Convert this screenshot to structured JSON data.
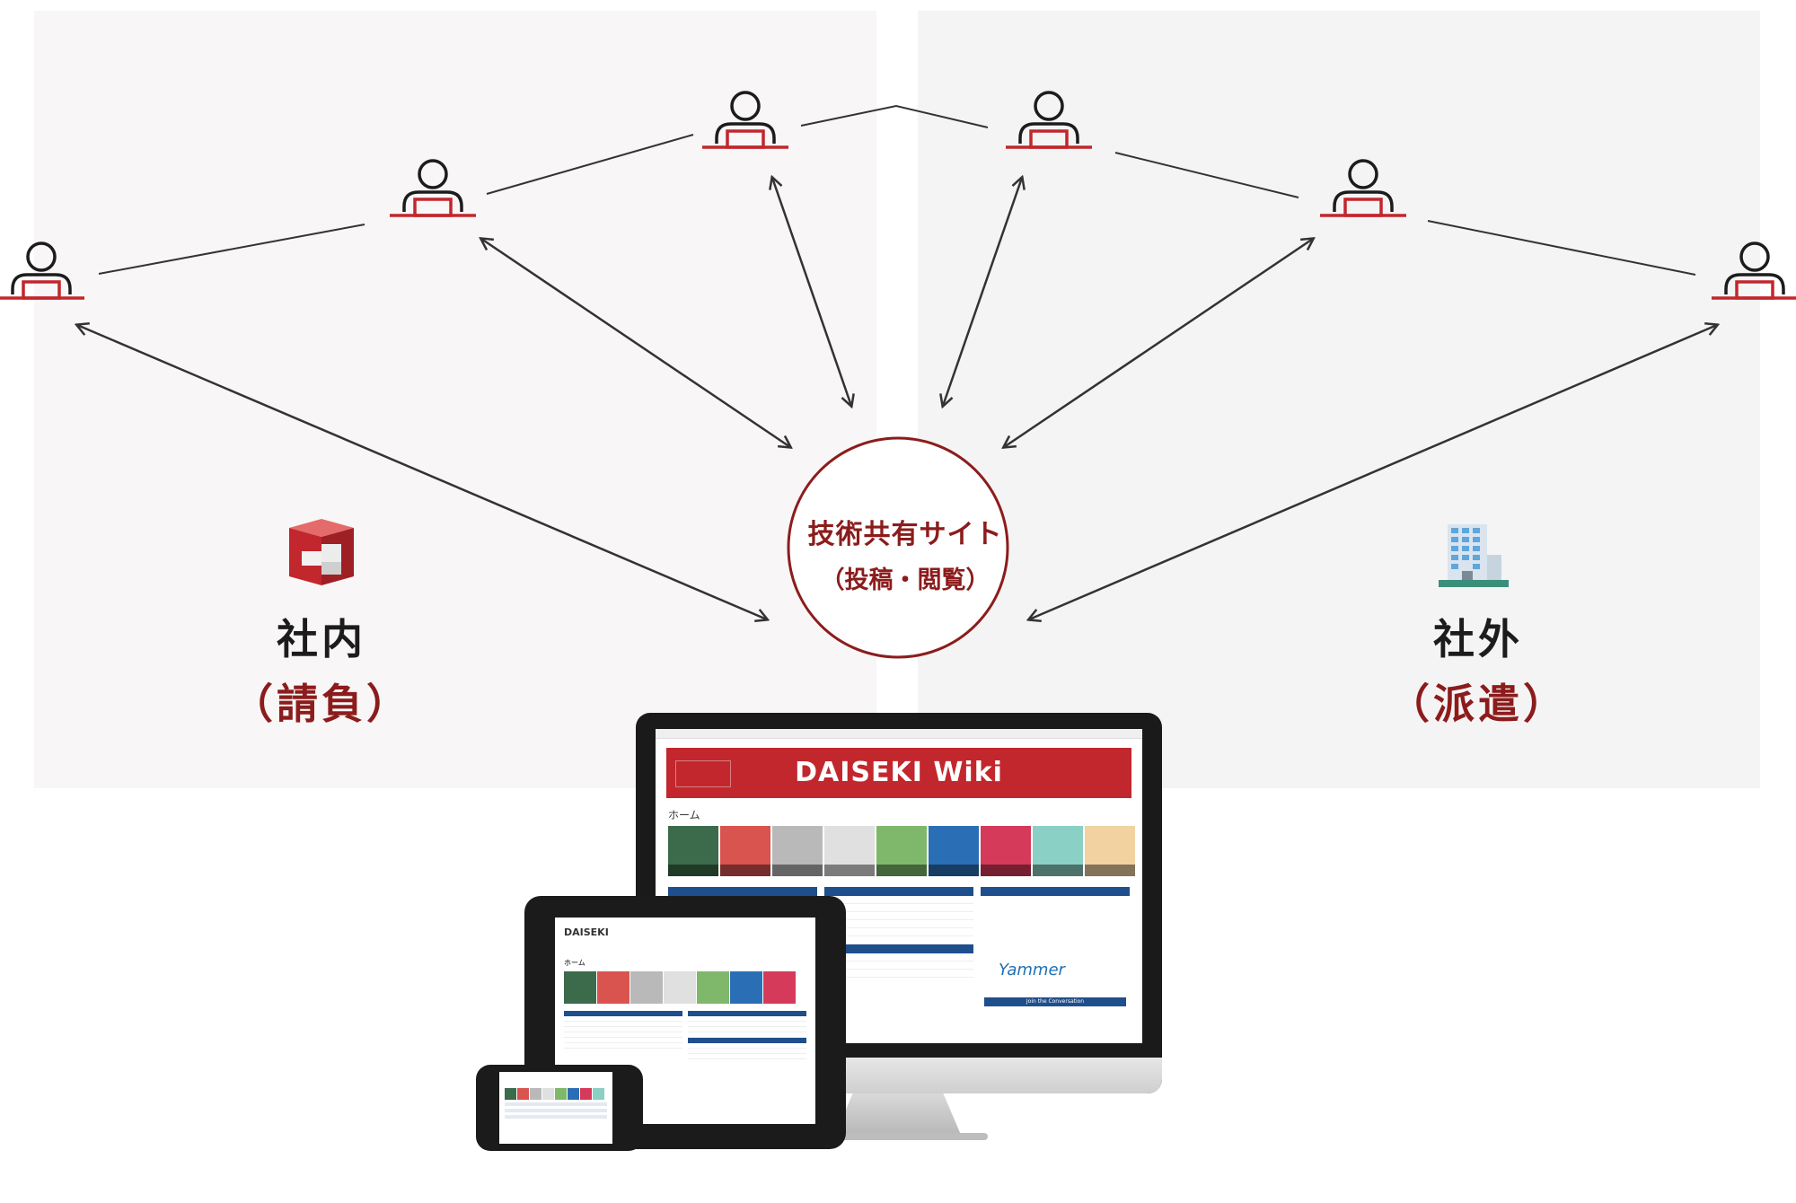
{
  "hub": {
    "title": "技術共有サイト",
    "subtitle": "（投稿・閲覧）"
  },
  "groups": {
    "inside": {
      "title": "社内",
      "subtitle": "（請負）"
    },
    "outside": {
      "title": "社外",
      "subtitle": "（派遣）"
    }
  },
  "colors": {
    "accent": "#8c1c1c",
    "brand_red": "#c1272d",
    "line": "#333333",
    "sharepoint_blue": "#1f4e8c"
  },
  "icons": [
    "person-at-desk-icon",
    "daiseki-logo-icon",
    "office-building-icon"
  ],
  "wiki": {
    "banner": "DAISEKI Wiki",
    "home": "ホーム",
    "logo": "DAISEKI",
    "yammer": "Yammer",
    "yammer_button": "Join the Conversation"
  }
}
